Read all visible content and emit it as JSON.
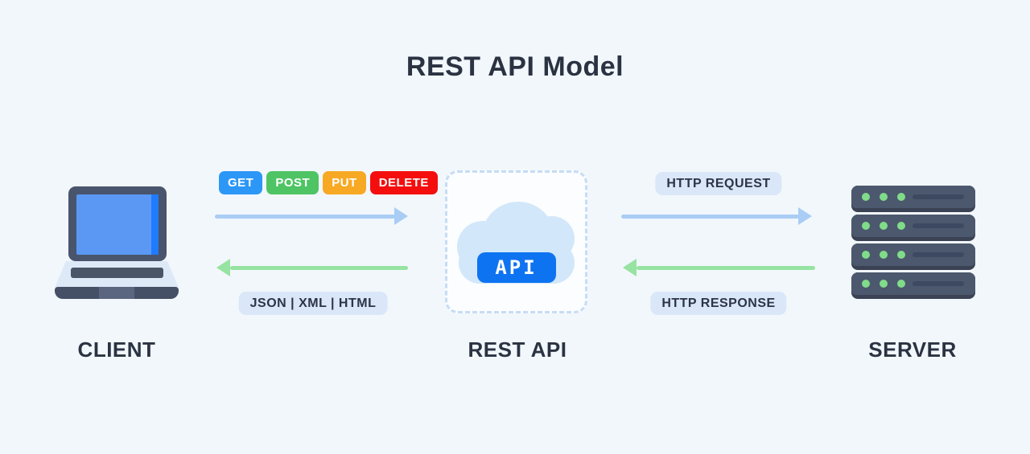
{
  "page": {
    "title": "REST API Model"
  },
  "nodes": {
    "client": {
      "label": "CLIENT"
    },
    "rest_api": {
      "label": "REST API",
      "badge": "API"
    },
    "server": {
      "label": "SERVER"
    }
  },
  "client_channel": {
    "methods": [
      {
        "label": "GET",
        "color": "#2c97f7"
      },
      {
        "label": "POST",
        "color": "#4ec464"
      },
      {
        "label": "PUT",
        "color": "#f8a924"
      },
      {
        "label": "DELETE",
        "color": "#f40e0e"
      }
    ],
    "formats_label": "JSON | XML | HTML"
  },
  "server_channel": {
    "request_label": "HTTP REQUEST",
    "response_label": "HTTP RESPONSE"
  },
  "colors": {
    "background": "#f2f7fc",
    "title_text": "#2b3342",
    "request_arrow_blue": "#a9cdf5",
    "response_arrow_green": "#97e3a1",
    "pill_background": "#dae7f8",
    "api_badge_blue": "#0e73f0",
    "cloud_blue": "#d2e7fa",
    "server_body": "#4c586d",
    "server_dot_green": "#80dc8a"
  }
}
